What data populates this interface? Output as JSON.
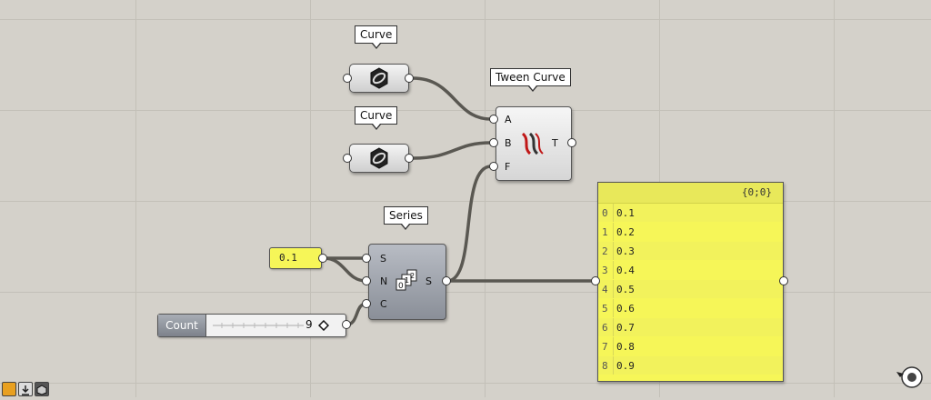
{
  "nodes": {
    "curve1": {
      "label": "Curve"
    },
    "curve2": {
      "label": "Curve"
    },
    "tween": {
      "label": "Tween Curve",
      "inputs": [
        "A",
        "B",
        "F"
      ],
      "output": "T"
    },
    "series": {
      "label": "Series",
      "inputs": [
        "S",
        "N",
        "C"
      ],
      "output": "S"
    },
    "number": {
      "value": "0.1"
    },
    "slider": {
      "name": "Count",
      "value": "9"
    },
    "panel": {
      "title": "{0;0}",
      "rows": [
        {
          "index": "0",
          "value": "0.1"
        },
        {
          "index": "1",
          "value": "0.2"
        },
        {
          "index": "2",
          "value": "0.3"
        },
        {
          "index": "3",
          "value": "0.4"
        },
        {
          "index": "4",
          "value": "0.5"
        },
        {
          "index": "5",
          "value": "0.6"
        },
        {
          "index": "6",
          "value": "0.7"
        },
        {
          "index": "7",
          "value": "0.8"
        },
        {
          "index": "8",
          "value": "0.9"
        }
      ]
    }
  },
  "icons": {
    "curve_param": "curve-param-icon",
    "tween_component": "tween-curve-icon",
    "series_component": "series-icon",
    "navigation": "canvas-navigation-icon"
  },
  "colors": {
    "canvas": "#d4d1ca",
    "panel": "#f6f658",
    "wire": "#5a5852",
    "tween_icon": "#c01818"
  }
}
